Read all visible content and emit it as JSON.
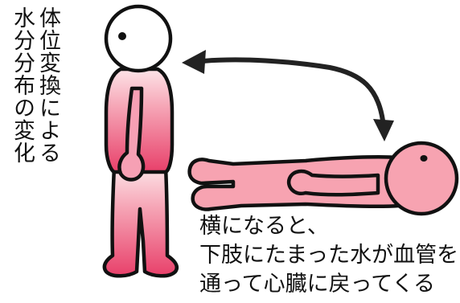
{
  "title": {
    "col1": "体位変換による",
    "col2": "水分分布の変化"
  },
  "caption": {
    "lines": [
      "横になると、",
      "下肢にたまった水が血管を",
      "通って心臓に戻ってくる"
    ]
  },
  "colors": {
    "standing_top": "#fde0e4",
    "standing_bottom": "#e8446b",
    "lying_fill": "#f7a3b1",
    "outline": "#111111",
    "arrow": "#222222"
  }
}
